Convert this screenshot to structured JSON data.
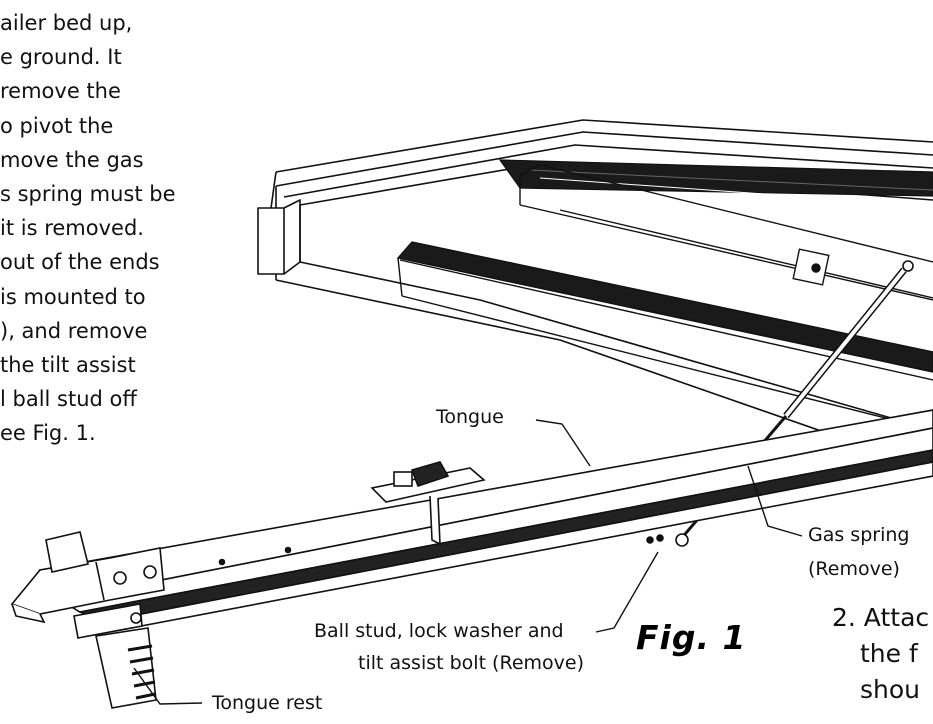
{
  "body_text_lines": [
    "ailer bed up,",
    "e ground.  It",
    "remove the",
    "o pivot the",
    "move the gas",
    "s spring must be",
    "it is removed.",
    "out of the ends",
    "is mounted to",
    "), and remove",
    "the tilt assist",
    "l ball stud off",
    "ee Fig. 1."
  ],
  "figure": {
    "caption": "Fig. 1",
    "labels": {
      "tongue": "Tongue",
      "gas_spring": "Gas spring",
      "gas_spring_note": "(Remove)",
      "ball_stud_line1": "Ball stud, lock washer and",
      "ball_stud_line2": "tilt assist bolt (Remove)",
      "tongue_rest": "Tongue rest"
    }
  },
  "next_step_lines": [
    "2. Attac",
    "the f",
    "shou"
  ]
}
